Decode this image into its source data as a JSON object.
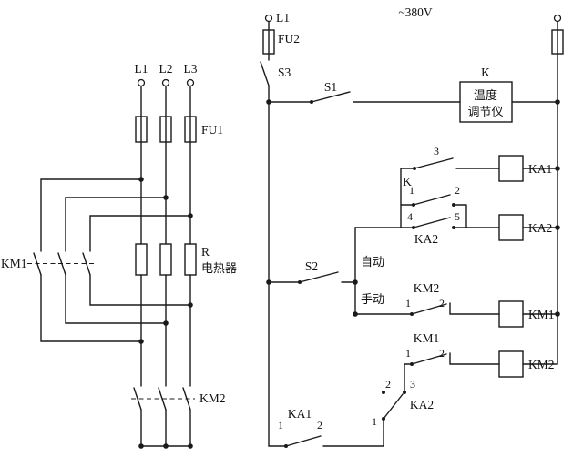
{
  "diagram": {
    "voltage": "~380V",
    "power": {
      "l1": "L1",
      "l2": "L2",
      "l3": "L3",
      "fu1": "FU1",
      "km1": "KM1",
      "r": "R",
      "heater": "电热器",
      "km2": "KM2"
    },
    "control": {
      "l1": "L1",
      "fu2": "FU2",
      "s3": "S3",
      "s1": "S1",
      "k_ref": "K",
      "controller_line1": "温度",
      "controller_line2": "调节仪",
      "k_t3": "3",
      "ka1_coil": "KA1",
      "k_contacts_ref": "K",
      "k_t1": "1",
      "k_t2": "2",
      "k_t4": "4",
      "k_t5": "5",
      "ka2_hold": "KA2",
      "ka2_coil": "KA2",
      "auto": "自动",
      "s2": "S2",
      "manual": "手动",
      "km2_nc": "KM2",
      "km2_nc_t1": "1",
      "km2_nc_t2": "2",
      "km1_coil": "KM1",
      "km1_nc": "KM1",
      "km1_nc_t1": "1",
      "km1_nc_t2": "2",
      "km2_coil": "KM2",
      "ka2_co_t2": "2",
      "ka2_co_t3": "3",
      "ka2_co": "KA2",
      "ka2_co_t1": "1",
      "ka1_no_t1": "1",
      "ka1_no": "KA1",
      "ka1_no_t2": "2"
    }
  }
}
